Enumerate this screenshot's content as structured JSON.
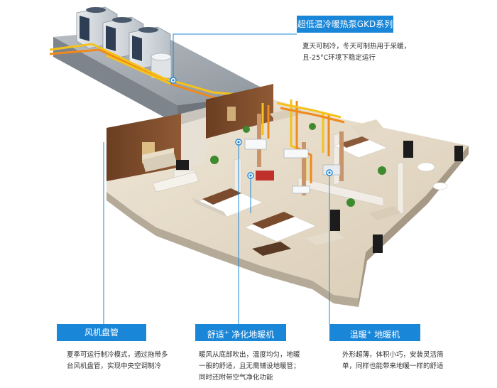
{
  "title_label": "超低温冷暖热泵GKD系列",
  "title_desc": [
    "夏天可制冷，冬天可制热用于采暖，",
    "且-25°C环境下稳定运行"
  ],
  "features": [
    {
      "name": "风机盘管",
      "desc": [
        "夏季可运行制冷模式，通过拖带多",
        "台风机盘管，实现中央空调制冷"
      ]
    },
    {
      "name_main": "舒适",
      "name_sup": "+",
      "name_tail": " 净化地暖机",
      "desc": [
        "暖风从底部吹出，温度均匀，地暖",
        "一般的舒适，且无需铺设地暖管；",
        "同时还附带空气净化功能"
      ]
    },
    {
      "name_main": "温暖",
      "name_sup": "+",
      "name_tail": " 地暖机",
      "desc": [
        "外形超薄，体积小巧，安装灵活简",
        "单，同样也能带来地暖一样的舒适"
      ]
    }
  ],
  "colors": {
    "accent": "#1a86d8",
    "pipe_yellow": "#f5c21b",
    "pipe_orange": "#f08a1a"
  }
}
